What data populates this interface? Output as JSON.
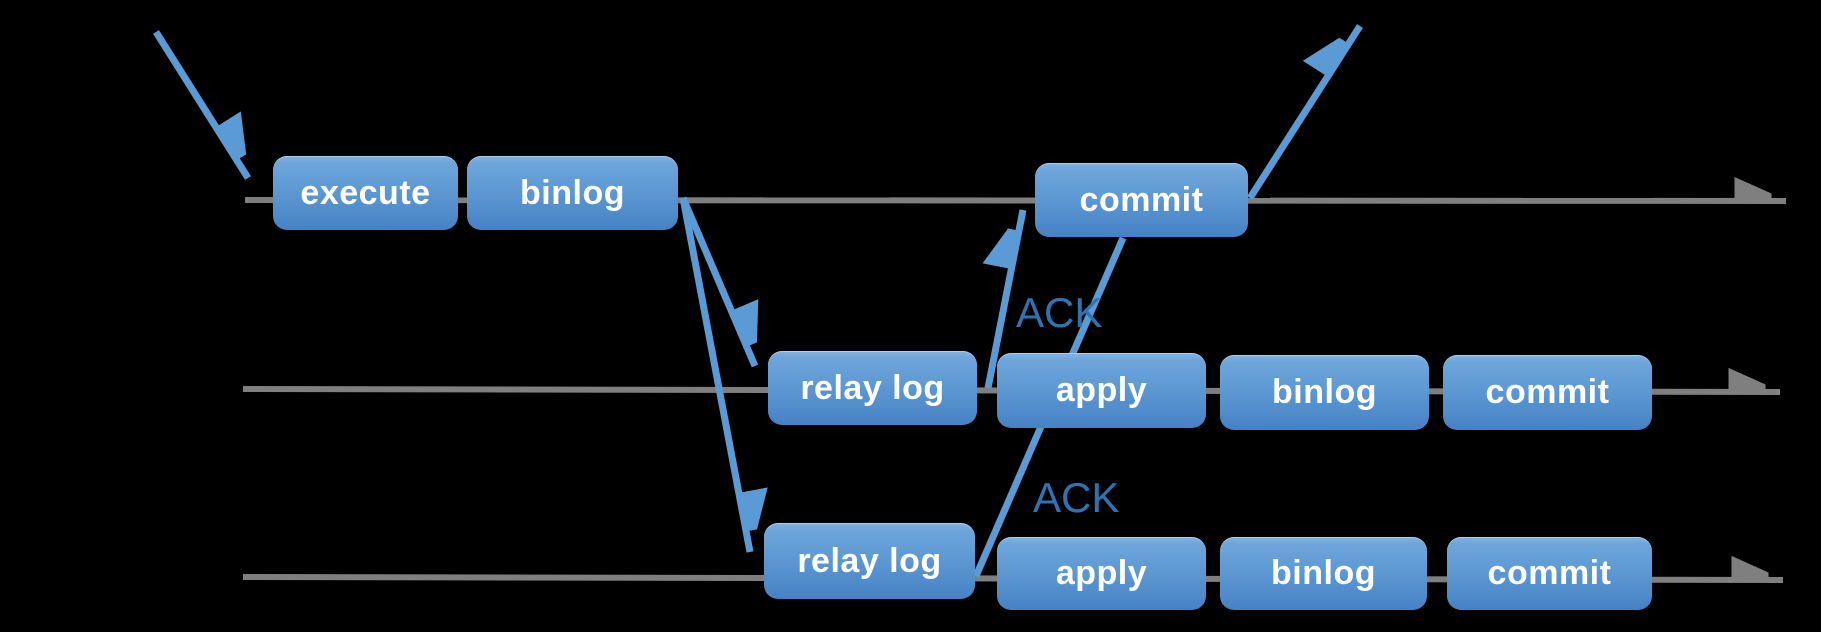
{
  "diagram": {
    "colors": {
      "background": "#000000",
      "timeline_gray": "#7f7f7f",
      "arrow_blue": "#5B9BD5",
      "ack_text_blue": "#2E74B5",
      "node_fill_top": "#82B3E1",
      "node_fill_bottom": "#4681C3",
      "node_text": "#FFFFFF"
    },
    "rows": [
      {
        "nodes": [
          {
            "label": "execute"
          },
          {
            "label": "binlog"
          },
          {
            "label": "commit"
          }
        ]
      },
      {
        "nodes": [
          {
            "label": "relay log"
          },
          {
            "label": "apply"
          },
          {
            "label": "binlog"
          },
          {
            "label": "commit"
          }
        ]
      },
      {
        "nodes": [
          {
            "label": "relay log"
          },
          {
            "label": "apply"
          },
          {
            "label": "binlog"
          },
          {
            "label": "commit"
          }
        ]
      }
    ],
    "annotations": {
      "ack_top": "ACK",
      "ack_bottom": "ACK"
    }
  }
}
